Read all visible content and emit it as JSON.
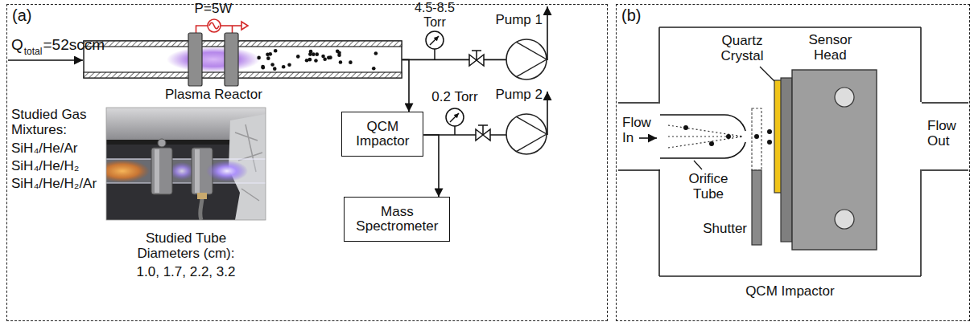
{
  "diagram": {
    "nodes": [
      {
        "text": [
          "(a)"
        ]
      },
      {
        "text": [
          "Plasma Reactor"
        ],
        "in": 0
      },
      {
        "text": [
          "Pump 1"
        ],
        "in": 0
      },
      {
        "text": [
          "QCM Impactor"
        ],
        "in": 0
      },
      {
        "text": [
          "Pump 2"
        ],
        "in": 0
      },
      {
        "text": [
          "Mass Spectrometer"
        ],
        "in": 0
      },
      {
        "text": [
          "(b)"
        ]
      },
      {
        "text": [
          "QCM Impactor"
        ],
        "in": 6
      },
      {
        "text": [
          "Sensor Head"
        ],
        "in": 7
      }
    ],
    "edges": [
      {
        "from": 1,
        "to": 2,
        "arrow": "none"
      },
      {
        "from": 1,
        "to": 3,
        "arrow": "to"
      },
      {
        "from": 3,
        "to": 4,
        "arrow": "none"
      },
      {
        "from": 3,
        "to": 5,
        "arrow": "to"
      }
    ],
    "labels": [
      "Q",
      "total",
      "=52sccm",
      "P=5W",
      "4.5-8.5 Torr",
      "0.2 Torr",
      "Studied Gas Mixtures:",
      "SiH₄/He/Ar",
      "SiH₄/He/H₂",
      "SiH₄/He/H₂/Ar",
      "Studied Tube Diameters (cm):",
      "1.0, 1.7, 2.2, 3.2",
      "Quartz Crystal",
      "Flow In",
      "Orifice Tube",
      "Shutter",
      "Flow Out"
    ]
  }
}
